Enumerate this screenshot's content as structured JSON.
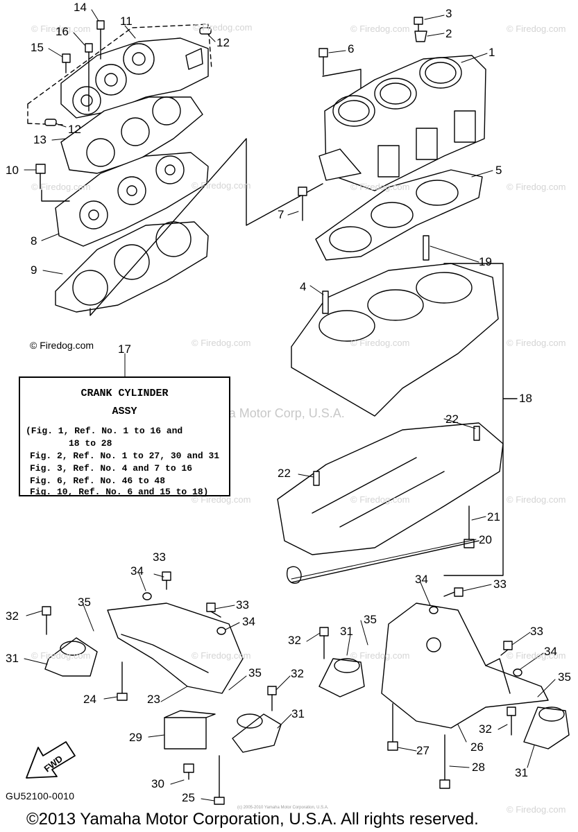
{
  "diagram_code": "GU52100-0010",
  "copyright": "©2013 Yamaha Motor Corporation, U.S.A. All rights reserved.",
  "watermark": "© Firedog.com",
  "center_watermark": "Yamaha Motor Corp, U.S.A.",
  "tiny_copyright": "(c) 2005-2010 Yamaha Motor Corporation, U.S.A.",
  "firedog_credit": "© Firedog.com",
  "fwd_label": "FWD",
  "assy_box": {
    "title": "CRANK CYLINDER",
    "subtitle": "ASSY",
    "lines": [
      "(Fig. 1, Ref. No. 1 to 16 and",
      "18 to 28",
      "Fig. 2, Ref. No. 1 to 27, 30 and 31",
      "Fig. 3, Ref. No. 4 and 7 to 16",
      "Fig. 6, Ref. No. 46 to 48",
      "Fig. 10, Ref. No. 6 and 15 to 18)"
    ]
  },
  "callouts": [
    "14",
    "11",
    "16",
    "15",
    "12",
    "12",
    "13",
    "10",
    "8",
    "9",
    "3",
    "2",
    "6",
    "1",
    "5",
    "7",
    "19",
    "4",
    "17",
    "18",
    "22",
    "22",
    "21",
    "20",
    "33",
    "34",
    "35",
    "32",
    "31",
    "23",
    "24",
    "29",
    "30",
    "25",
    "33",
    "34",
    "35",
    "32",
    "31",
    "34",
    "33",
    "35",
    "32",
    "31",
    "33",
    "34",
    "35",
    "32",
    "26",
    "27",
    "28",
    "31"
  ]
}
